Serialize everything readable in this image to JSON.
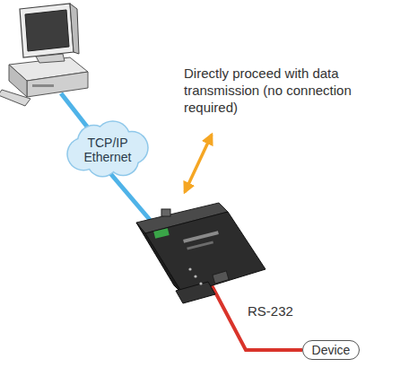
{
  "diagram": {
    "nodes": [
      {
        "text": [
          "TCP/IP Ethernet"
        ]
      },
      {
        "text": [
          "Device"
        ]
      }
    ],
    "labels": [
      "Directly proceed with data transmission (no connection required)",
      "RS-232"
    ]
  }
}
